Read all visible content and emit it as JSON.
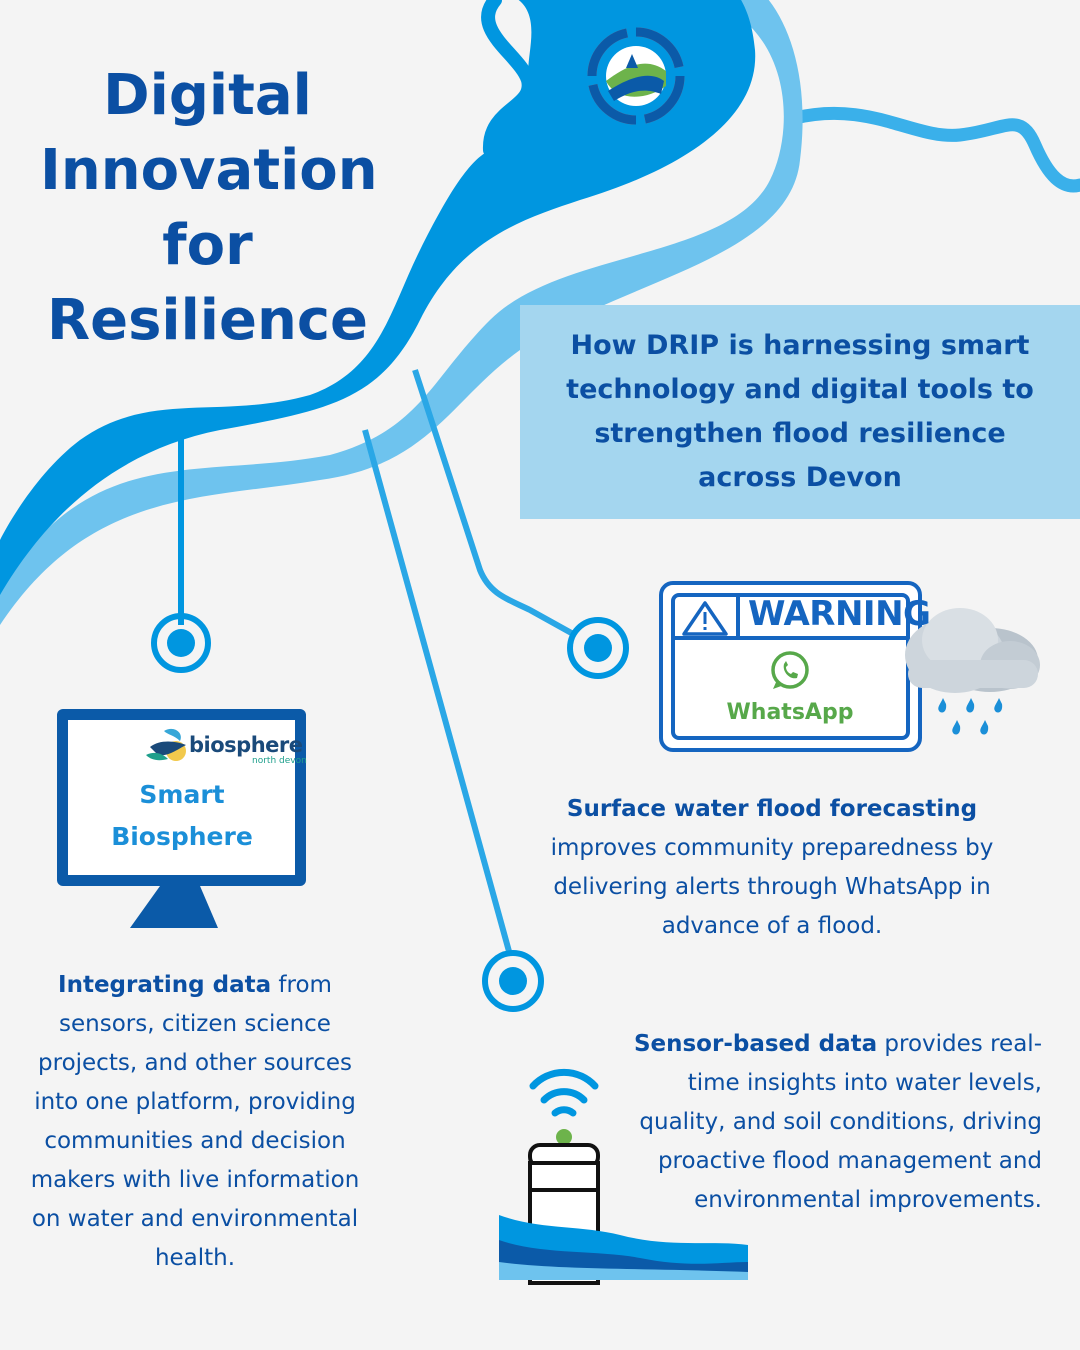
{
  "title": {
    "line1": "Digital",
    "line2": "Innovation",
    "line3": "for",
    "line4": "Resilience"
  },
  "subtitle": "How DRIP is harnessing smart technology and digital tools to strengthen flood resilience across Devon",
  "smart_biosphere": {
    "logo_text": "biosphere",
    "logo_subtext": "north devon",
    "label_line1": "Smart",
    "label_line2": "Biosphere",
    "desc_bold": "Integrating data",
    "desc_rest": " from sensors, citizen science projects, and other sources into one platform, providing communities and decision makers with live information on water and environmental health."
  },
  "forecast": {
    "warning_text": "WARNING",
    "whatsapp_text": "WhatsApp",
    "desc_bold": "Surface water flood forecasting",
    "desc_rest": " improves community preparedness by delivering alerts through WhatsApp in advance of a flood."
  },
  "sensor": {
    "desc_bold": "Sensor-based data",
    "desc_rest": " provides real-time insights into water levels, quality, and soil conditions, driving proactive flood management and environmental improvements."
  },
  "colors": {
    "background": "#f4f4f4",
    "heading_blue": "#0b4fa3",
    "river_dark": "#0096e0",
    "river_light": "#6ec3ee",
    "subtitle_box": "#a4d6ef",
    "whatsapp_green": "#57a84a"
  },
  "icons": [
    "drip-logo-icon",
    "monitor-icon",
    "biosphere-bird-icon",
    "warning-sign-icon",
    "whatsapp-icon",
    "rain-cloud-icon",
    "wifi-icon",
    "water-sensor-icon",
    "waves-icon",
    "connector-node-icon"
  ]
}
